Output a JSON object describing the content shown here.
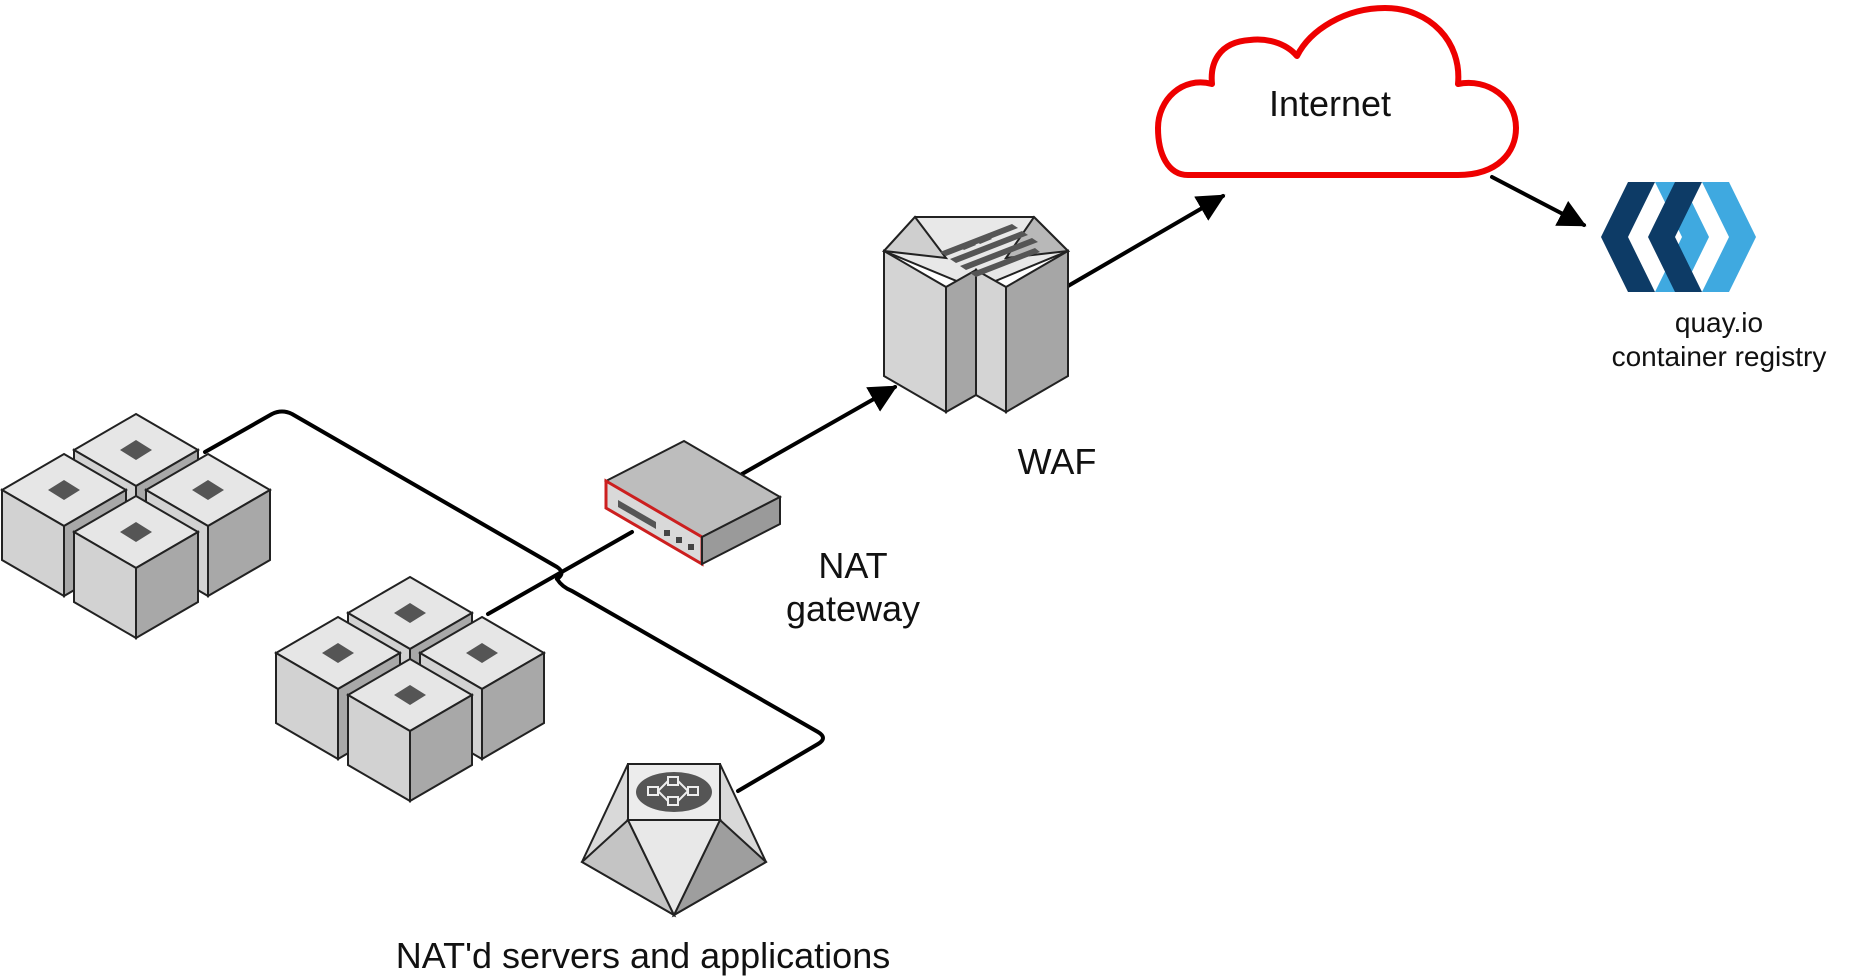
{
  "labels": {
    "internet": "Internet",
    "waf": "WAF",
    "nat_line1": "NAT",
    "nat_line2": "gateway",
    "quay_line1": "quay.io",
    "quay_line2": "container registry",
    "servers": "NAT'd servers and applications"
  },
  "colors": {
    "cloud_stroke": "#ee0000",
    "line": "#000000",
    "box_light": "#e6e6e6",
    "box_mid": "#cfcfcf",
    "box_dark": "#a6a6a6",
    "quay_dark": "#0d3b66",
    "quay_light": "#3fa9e0",
    "router_accent": "#cc1f1f"
  },
  "icons": [
    "cloud-icon",
    "waf-firewall-icon",
    "nat-router-icon",
    "quay-logo-icon",
    "server-cluster-icon",
    "server-cluster-icon",
    "app-hub-icon"
  ]
}
